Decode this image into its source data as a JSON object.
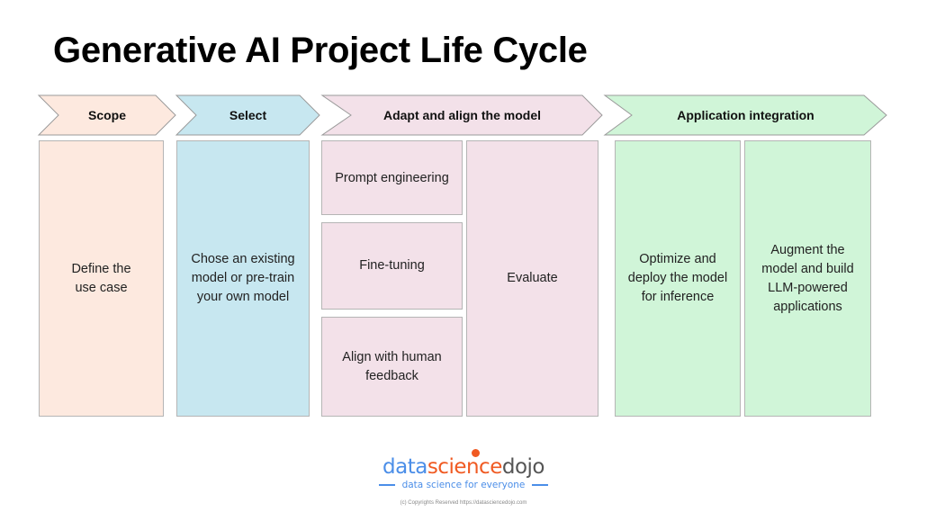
{
  "title": "Generative AI Project Life Cycle",
  "stages": [
    {
      "label": "Scope",
      "color": "#fde9df"
    },
    {
      "label": "Select",
      "color": "#c7e7f0"
    },
    {
      "label": "Adapt and align the model",
      "color": "#f3e1e9"
    },
    {
      "label": "Application integration",
      "color": "#d0f5d8"
    }
  ],
  "boxes": {
    "scope": "Define the use case",
    "select": "Chose an existing model or pre-train your own model",
    "prompt_engineering": "Prompt engineering",
    "fine_tuning": "Fine-tuning",
    "align": "Align with human feedback",
    "evaluate": "Evaluate",
    "optimize": "Optimize and deploy the model for inference",
    "augment": "Augment the model and build LLM-powered applications"
  },
  "logo": {
    "part1": "data",
    "part2": "science",
    "part3": "dojo",
    "tagline": "data science for everyone"
  },
  "copyright": "(c) Copyrights Reserved  https://datasciencedojo.com"
}
